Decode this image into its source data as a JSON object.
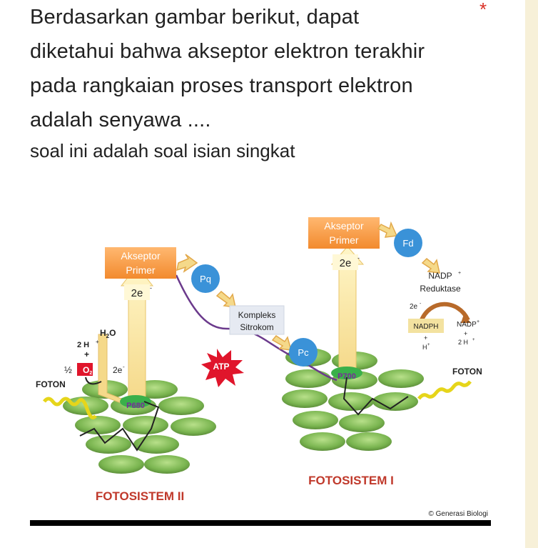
{
  "question": {
    "lines": [
      "Berdasarkan gambar berikut, dapat",
      "diketahui bahwa akseptor elektron terakhir",
      "pada rangkaian proses transport elektron",
      "adalah senyawa ...."
    ],
    "required_mark": "*",
    "hint": "soal ini adalah soal isian singkat"
  },
  "figure": {
    "ps2": {
      "akseptor_1": "Akseptor",
      "akseptor_2": "Primer",
      "two_e": "2e",
      "h2o": "H",
      "h2o_sub": "2",
      "h2o_end": "O",
      "two_h": "2 H",
      "plus": "+",
      "half": "½",
      "o2": "O",
      "o2_sub": "2",
      "two_e_small": "2e",
      "foton": "FOTON",
      "center": "P680",
      "label": "FOTOSISTEM II"
    },
    "pq": "Pq",
    "kompleks_1": "Kompleks",
    "kompleks_2": "Sitrokom",
    "atp": "ATP",
    "pc": "Pc",
    "ps1": {
      "akseptor_1": "Akseptor",
      "akseptor_2": "Primer",
      "two_e": "2e",
      "center": "P700",
      "foton": "FOTON",
      "label": "FOTOSISTEM I"
    },
    "fd": "Fd",
    "nadp_red_1": "NADP",
    "nadp_red_2": "Reduktase",
    "two_e_arc": "2e",
    "nadph": "NADPH",
    "nadp_plus": "NADP",
    "plus1": "+",
    "h_plus": "H",
    "plus2": "+",
    "two_h_plus": "2 H",
    "credit": "© Generasi Biologi"
  }
}
